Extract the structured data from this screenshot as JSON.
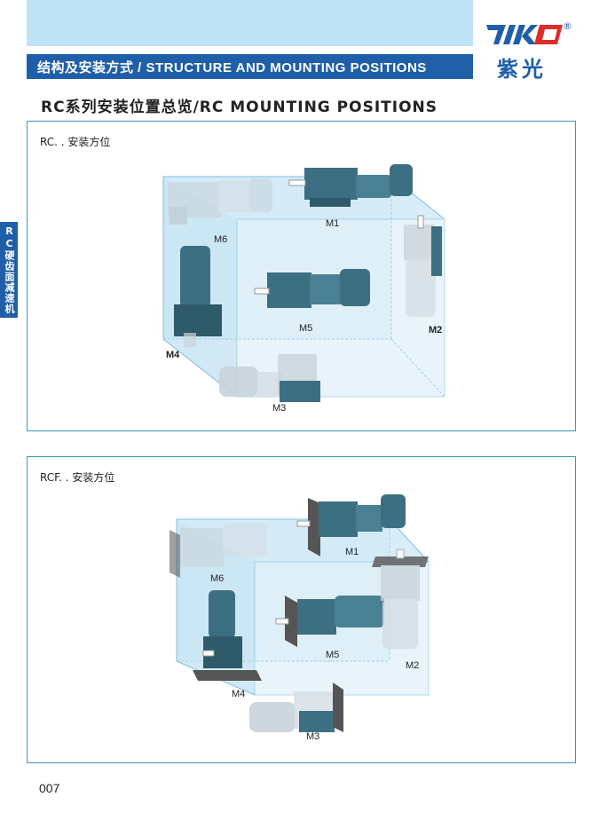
{
  "header": {
    "section_title": "结构及安装方式 / STRUCTURE AND MOUNTING POSITIONS",
    "brand_name": "紫光",
    "brand_registered": "®",
    "brand_color": "#1f5fa9"
  },
  "heading": "RC系列安装位置总览/RC MOUNTING POSITIONS",
  "side_tab": "RC硬齿面减速机",
  "panels": [
    {
      "label": "RC. . 安装方位",
      "positions": [
        "M1",
        "M2",
        "M3",
        "M4",
        "M5",
        "M6"
      ]
    },
    {
      "label": "RCF. . 安装方位",
      "positions": [
        "M1",
        "M2",
        "M3",
        "M4",
        "M5",
        "M6"
      ]
    }
  ],
  "page_number": "007",
  "colors": {
    "cube_fill": "#cfe8f6",
    "cube_edge": "#7fbfe0",
    "motor": "#3d6f82",
    "motor_light": "#c9d3da",
    "flange": "#555555"
  },
  "icons": [
    "logo-mark-icon",
    "gear-motor-icon"
  ]
}
